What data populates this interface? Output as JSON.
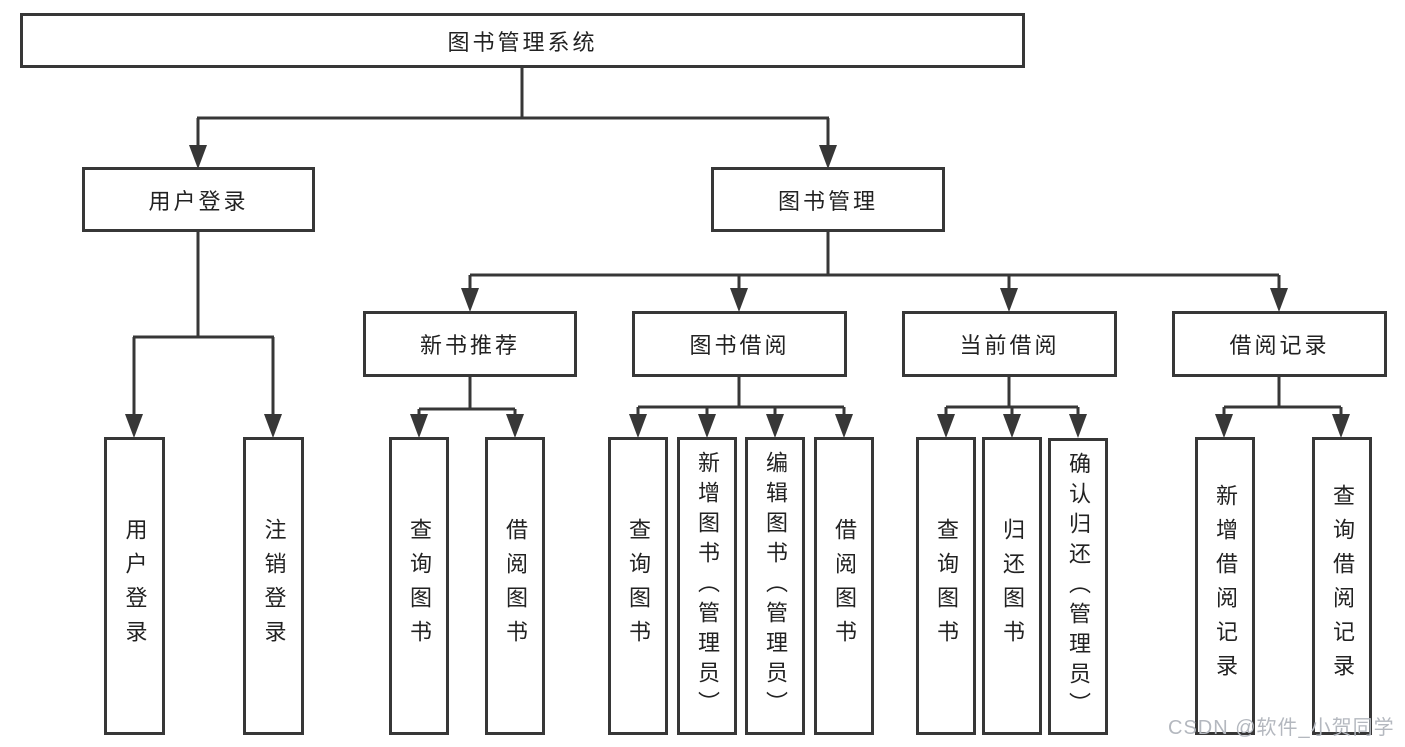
{
  "diagram": {
    "title": "图书管理系统",
    "colors": {
      "line": "#373737",
      "text": "#222222",
      "box_bg": "#ffffff",
      "background": "#ffffff",
      "watermark": "#b4b8bf"
    },
    "nodes": {
      "root": {
        "label": "图书管理系统"
      },
      "user_login": {
        "label": "用户登录"
      },
      "book_management": {
        "label": "图书管理"
      },
      "new_book_recommend": {
        "label": "新书推荐"
      },
      "book_borrowing": {
        "label": "图书借阅"
      },
      "current_borrowing": {
        "label": "当前借阅"
      },
      "borrowing_records": {
        "label": "借阅记录"
      },
      "login": {
        "label": "用户登录"
      },
      "logout": {
        "label": "注销登录"
      },
      "rec_query_books": {
        "label": "查询图书"
      },
      "rec_borrow_books": {
        "label": "借阅图书"
      },
      "bb_query_books": {
        "label": "查询图书"
      },
      "bb_add_books": {
        "label": "新增图书（管理员）"
      },
      "bb_edit_books": {
        "label": "编辑图书（管理员）"
      },
      "bb_borrow_books": {
        "label": "借阅图书"
      },
      "cb_query_books": {
        "label": "查询图书"
      },
      "cb_return_books": {
        "label": "归还图书"
      },
      "cb_confirm_return": {
        "label": "确认归还（管理员）"
      },
      "br_add_record": {
        "label": "新增借阅记录"
      },
      "br_query_record": {
        "label": "查询借阅记录"
      }
    },
    "tree": {
      "root": [
        "user_login",
        "book_management"
      ],
      "user_login": [
        "login",
        "logout"
      ],
      "book_management": [
        "new_book_recommend",
        "book_borrowing",
        "current_borrowing",
        "borrowing_records"
      ],
      "new_book_recommend": [
        "rec_query_books",
        "rec_borrow_books"
      ],
      "book_borrowing": [
        "bb_query_books",
        "bb_add_books",
        "bb_edit_books",
        "bb_borrow_books"
      ],
      "current_borrowing": [
        "cb_query_books",
        "cb_return_books",
        "cb_confirm_return"
      ],
      "borrowing_records": [
        "br_add_record",
        "br_query_record"
      ]
    },
    "watermark": "CSDN @软件_小贺同学"
  }
}
